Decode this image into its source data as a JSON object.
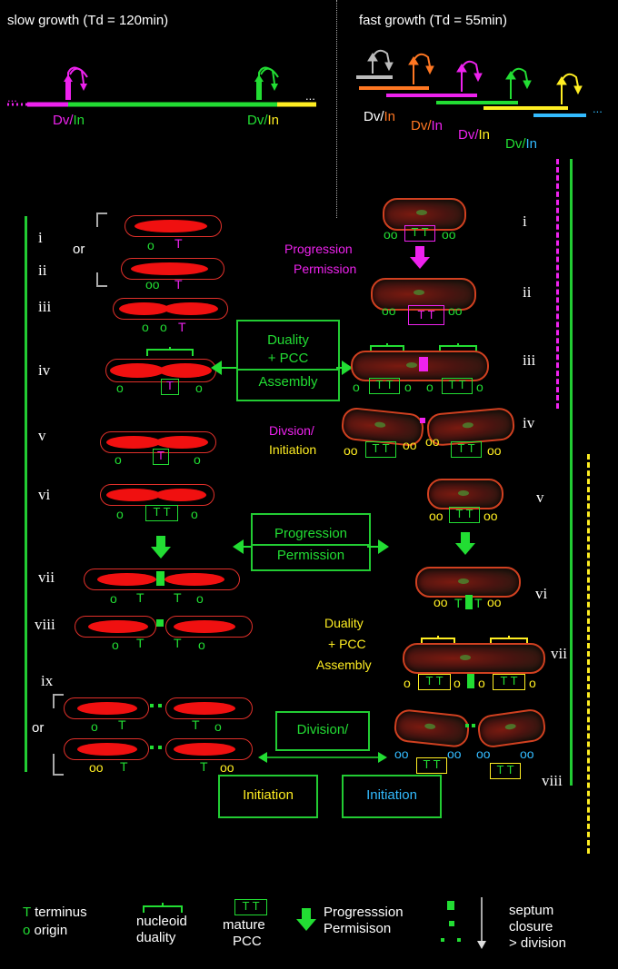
{
  "headers": {
    "slow": "slow growth (Td = 120min)",
    "fast": "fast growth  (Td = 55min)"
  },
  "timeline": {
    "ellipsis": "...",
    "dv": "Dv/",
    "in": "In",
    "slow_labels": [
      {
        "dv_color": "#ee22ee",
        "in_color": "#22dd33"
      },
      {
        "dv_color": "#22dd33",
        "in_color": "#ffee22"
      }
    ],
    "fast_labels": [
      {
        "dv_color": "#ffffff",
        "in_color": "#ff7722"
      },
      {
        "dv_color": "#ff7722",
        "in_color": "#ee22ee"
      },
      {
        "dv_color": "#ee22ee",
        "in_color": "#ffee22"
      },
      {
        "dv_color": "#22dd33",
        "in_color": "#33bbff"
      }
    ]
  },
  "slow_steps": [
    "i",
    "ii",
    "iii",
    "iv",
    "v",
    "vi",
    "vii",
    "viii",
    "ix"
  ],
  "fast_steps": [
    "i",
    "ii",
    "iii",
    "iv",
    "v",
    "vi",
    "vii",
    "viii"
  ],
  "or_label": "or",
  "marks": {
    "origin": "o",
    "terminus": "T",
    "pair": "oo",
    "pcc": "T T",
    "tt": "TT"
  },
  "center_boxes": {
    "duality": {
      "line1": "Duality",
      "line2": "+ PCC",
      "line3": "Assembly"
    },
    "progression": {
      "line1": "Progression",
      "line2": "Permission"
    },
    "division": "Division/",
    "initiation_left": "Initiation",
    "initiation_right": "Initiation"
  },
  "fast_annotations": {
    "progression": [
      "Progression",
      "Permission"
    ],
    "division": [
      "Divsion/",
      "Initiation"
    ],
    "duality": [
      "Duality",
      "+ PCC",
      "Assembly"
    ]
  },
  "legend": {
    "terminus_sym": "T",
    "terminus": "terminus",
    "origin_sym": "o",
    "origin": "origin",
    "nucleoid": [
      "nucleoid",
      "duality"
    ],
    "pcc_sym": "T T",
    "pcc": [
      "mature",
      "PCC"
    ],
    "progression": [
      "Progresssion",
      "Permisison"
    ],
    "septum": [
      "septum",
      "closure",
      "> division"
    ]
  },
  "colors": {
    "green": "#22dd33",
    "magenta": "#ee22ee",
    "yellow": "#ffee22",
    "cyan": "#33bbff",
    "orange": "#ff7722",
    "red": "#e0302a"
  }
}
